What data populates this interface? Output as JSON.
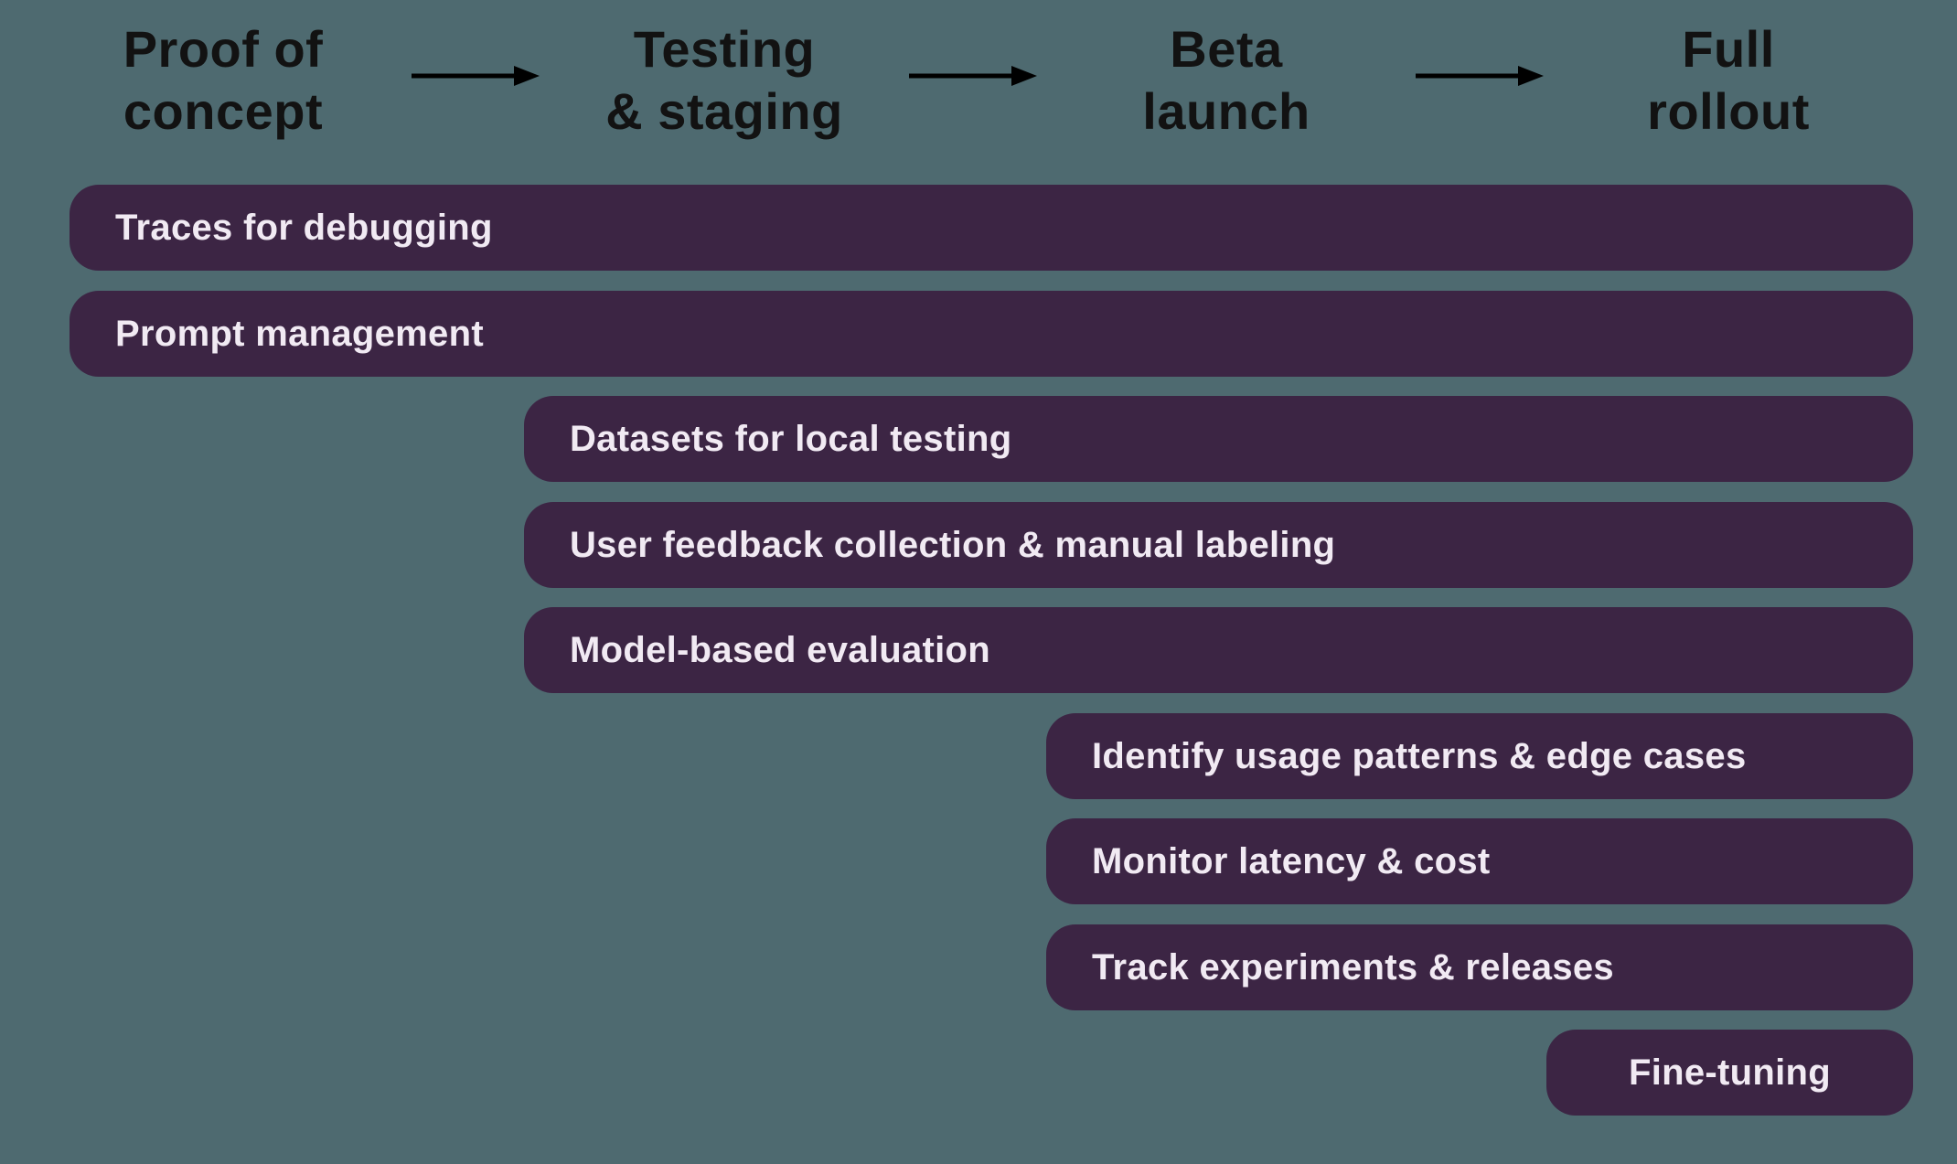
{
  "colors": {
    "background": "#4e6a70",
    "bar": "#3c2544",
    "bar_text": "#f1eaf3",
    "header_text": "#121212",
    "arrow": "#000000"
  },
  "phases": [
    {
      "label": "Proof of\nconcept"
    },
    {
      "label": "Testing\n& staging"
    },
    {
      "label": "Beta\nlaunch"
    },
    {
      "label": "Full\nrollout"
    }
  ],
  "bars": [
    {
      "label": "Traces for debugging",
      "start_phase": "Proof of concept",
      "end_phase": "Full rollout"
    },
    {
      "label": "Prompt management",
      "start_phase": "Proof of concept",
      "end_phase": "Full rollout"
    },
    {
      "label": "Datasets for local testing",
      "start_phase": "Testing & staging",
      "end_phase": "Full rollout"
    },
    {
      "label": "User feedback collection & manual labeling",
      "start_phase": "Testing & staging",
      "end_phase": "Full rollout"
    },
    {
      "label": "Model-based evaluation",
      "start_phase": "Testing & staging",
      "end_phase": "Full rollout"
    },
    {
      "label": "Identify usage patterns & edge cases",
      "start_phase": "Beta launch",
      "end_phase": "Full rollout"
    },
    {
      "label": "Monitor latency & cost",
      "start_phase": "Beta launch",
      "end_phase": "Full rollout"
    },
    {
      "label": "Track experiments & releases",
      "start_phase": "Beta launch",
      "end_phase": "Full rollout"
    },
    {
      "label": "Fine-tuning",
      "start_phase": "Full rollout",
      "end_phase": "Full rollout"
    }
  ]
}
